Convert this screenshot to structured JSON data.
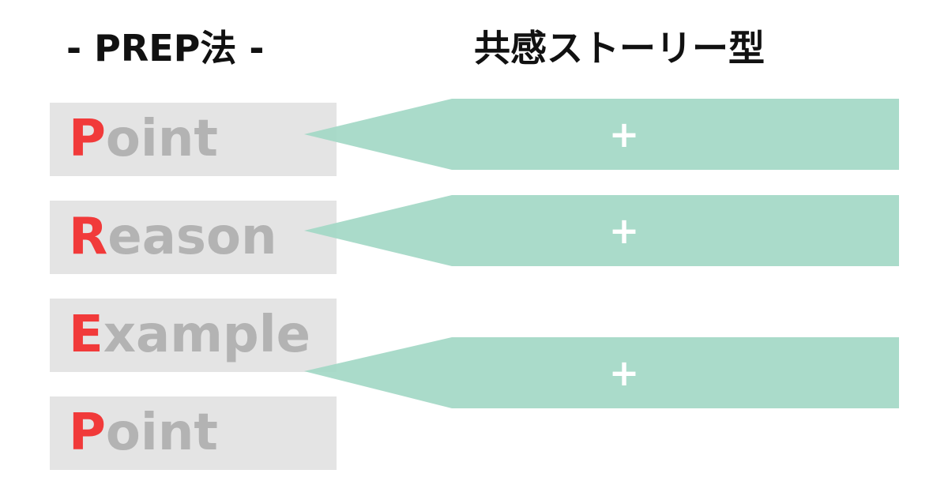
{
  "headings": {
    "left": "- PREP法 -",
    "right": "共感ストーリー型"
  },
  "steps": [
    {
      "initial": "P",
      "rest": "oint"
    },
    {
      "initial": "R",
      "rest": "eason"
    },
    {
      "initial": "E",
      "rest": "xample"
    },
    {
      "initial": "P",
      "rest": "oint"
    }
  ],
  "additions": [
    {
      "label": "+"
    },
    {
      "label": "+"
    },
    {
      "label": "+"
    }
  ],
  "colors": {
    "initial": "#f13a3a",
    "step_text": "#b3b3b3",
    "step_box": "#e4e4e4",
    "arrow_fill": "#a3d8c6"
  }
}
